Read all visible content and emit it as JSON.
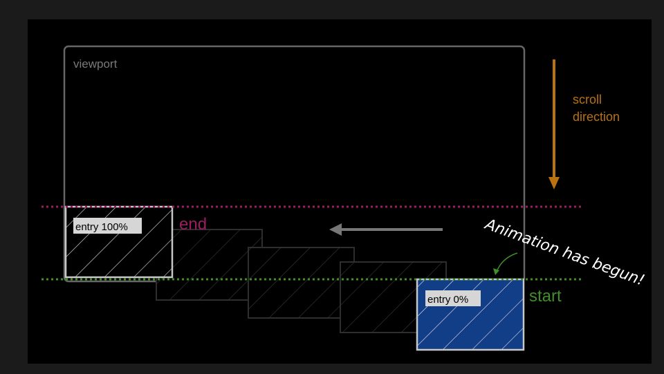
{
  "viewport": {
    "label": "viewport"
  },
  "scroll": {
    "label_line1": "scroll",
    "label_line2": "direction"
  },
  "markers": {
    "end_label": "end",
    "start_label": "start"
  },
  "boxes": {
    "entry_full_label": "entry 100%",
    "entry_zero_label": "entry 0%"
  },
  "annotation": {
    "text": "Animation has begun!"
  },
  "colors": {
    "end_line": "#9b1e62",
    "start_line": "#3f8f2a",
    "scroll_arrow": "#b8720f",
    "entry_zero_fill": "#123e88",
    "annotation_arrow": "#3f8f2a"
  },
  "icons": {
    "scroll_arrow": "arrow-down-icon",
    "motion_arrow": "arrow-left-icon"
  }
}
